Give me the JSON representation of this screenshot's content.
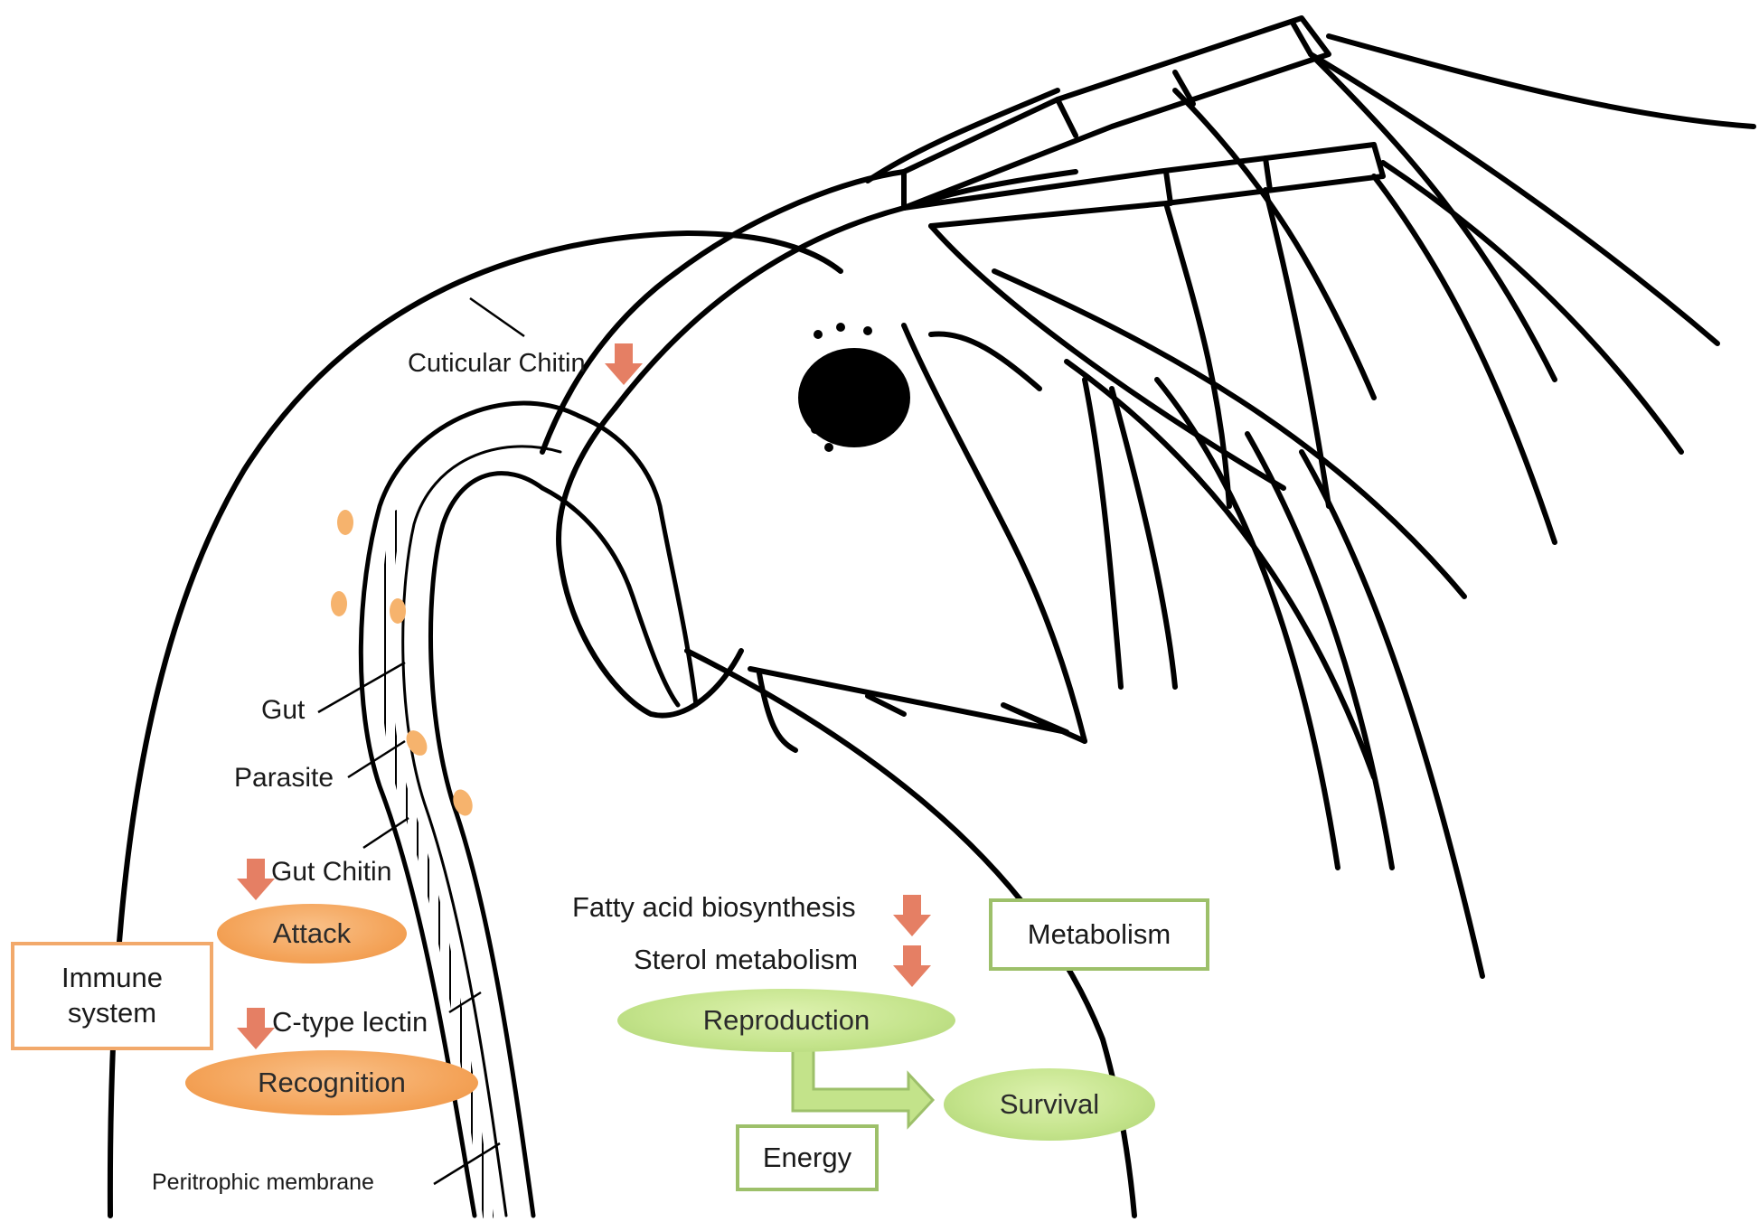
{
  "colors": {
    "outline": "#000000",
    "down_arrow": "#e57f64",
    "orange_fill": "#f4a45a",
    "orange_border": "#f2a96b",
    "green_fill": "#c3e38a",
    "green_border": "#9dc06a",
    "parasite": "#f6b36d"
  },
  "icons": {
    "decrease": "down-arrow-icon",
    "flow": "bent-arrow-icon"
  },
  "labels": {
    "cuticular_chitin": "Cuticular Chitin",
    "gut": "Gut",
    "parasite": "Parasite",
    "gut_chitin": "Gut Chitin",
    "c_type_lectin": "C-type lectin",
    "peritrophic_membrane": "Peritrophic membrane",
    "fatty_acid": "Fatty acid biosynthesis",
    "sterol": "Sterol metabolism"
  },
  "boxes": {
    "immune_line1": "Immune",
    "immune_line2": "system",
    "metabolism": "Metabolism",
    "energy": "Energy"
  },
  "ellipses": {
    "attack": "Attack",
    "recognition": "Recognition",
    "reproduction": "Reproduction",
    "survival": "Survival"
  }
}
